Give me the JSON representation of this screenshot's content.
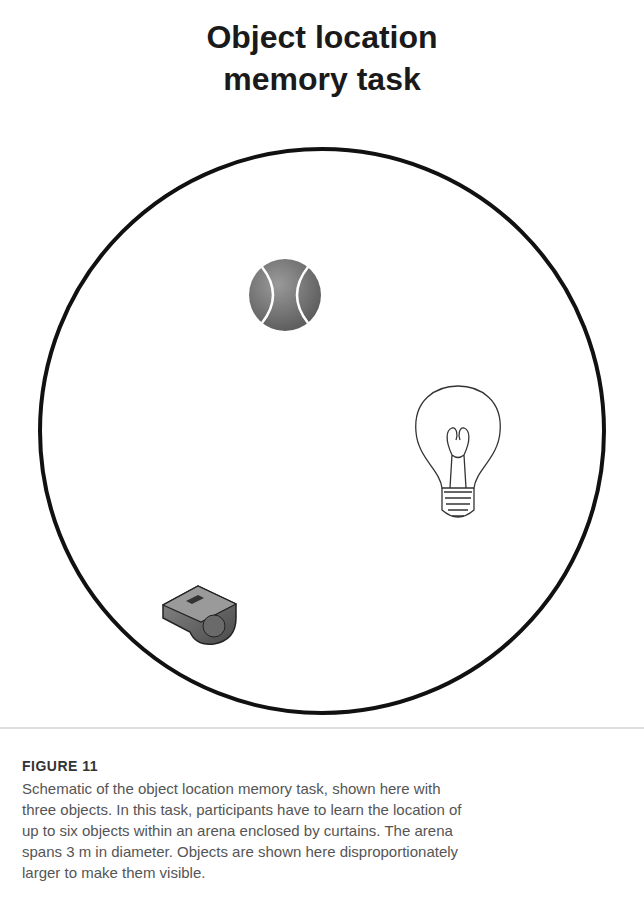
{
  "diagram": {
    "title": "Object location memory task",
    "caption": "Schematic of the object location memory task, shown here with three objects. In this task, participants have to learn the location of up to six objects within an arena enclosed by curtains. The arena spans 3 m in diameter. Objects are shown here disproportionately larger to make them visible.",
    "labels": [
      "FIGURE 11"
    ]
  }
}
